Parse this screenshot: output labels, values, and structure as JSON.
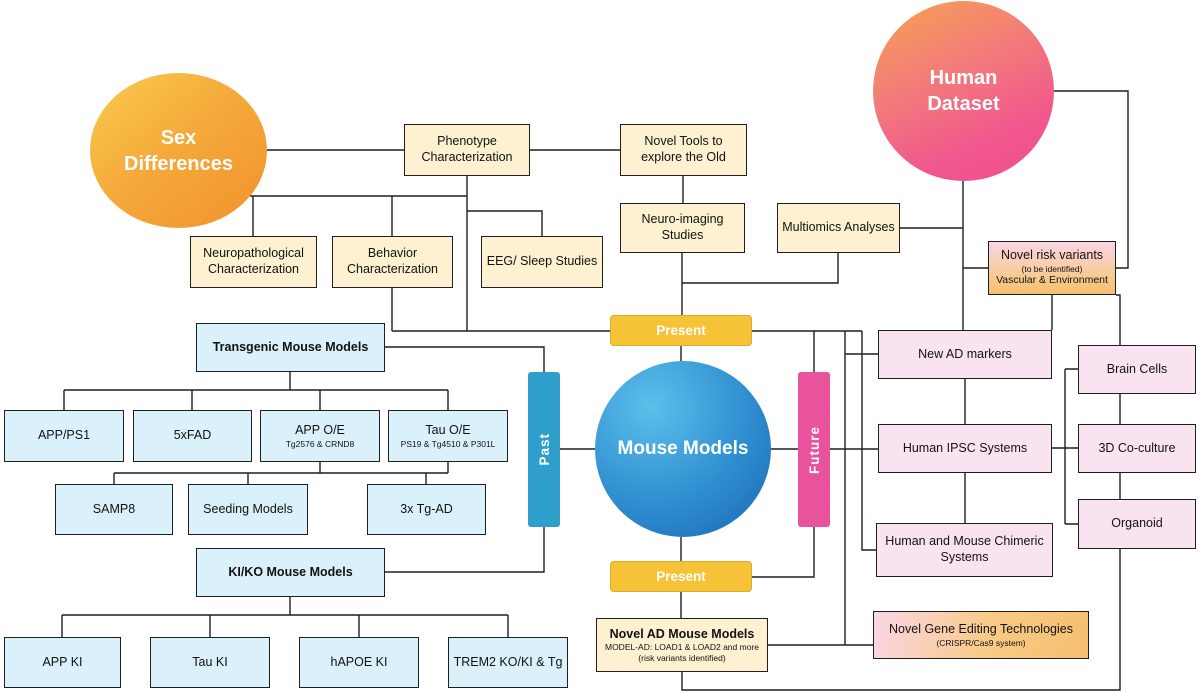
{
  "palette": {
    "cream_box": "#fdf1d2",
    "blue_box": "#daf0fa",
    "pink_box": "#fae3f1",
    "present_amber": "#f6c237",
    "past_blue": "#2e9fcb",
    "future_pink": "#e8539c",
    "sex_circle_orange": "#f0922c",
    "human_circle_pink": "#ef4f92",
    "mouse_circle_blue": "#1a66b5",
    "line_color": "#1f1f1f"
  },
  "circles": {
    "sex_differences": "Sex Differences",
    "human_dataset": "Human Dataset",
    "mouse_models": "Mouse Models"
  },
  "timeline": {
    "past": "Past",
    "future": "Future",
    "present_top": "Present",
    "present_bottom": "Present"
  },
  "boxes": {
    "phenotype": "Phenotype Characterization",
    "novel_tools": "Novel Tools to explore the Old",
    "neuro_imaging": "Neuro-imaging Studies",
    "multiomics": "Multiomics Analyses",
    "neuropathological": "Neuropathological Characterization",
    "behavior": "Behavior Characterization",
    "eeg_sleep": "EEG/ Sleep Studies",
    "novel_risk": {
      "title": "Novel risk variants",
      "note": "(to be identified)",
      "subtitle": "Vascular & Environment"
    },
    "transgenic_header": "Transgenic Mouse Models",
    "app_ps1": "APP/PS1",
    "five_x_fad": "5xFAD",
    "app_oe": {
      "title": "APP O/E",
      "sub": "Tg2576 & CRND8"
    },
    "tau_oe": {
      "title": "Tau O/E",
      "sub": "PS19 & Tg4510 & P301L"
    },
    "samp8": "SAMP8",
    "seeding": "Seeding Models",
    "triple_tg": "3x Tg-AD",
    "kiko_header": "KI/KO Mouse Models",
    "app_ki": "APP KI",
    "tau_ki": "Tau KI",
    "hapoe_ki": "hAPOE KI",
    "trem2": "TREM2 KO/KI & Tg",
    "new_ad_markers": "New AD markers",
    "human_ipsc": "Human IPSC Systems",
    "chimeric": "Human and Mouse Chimeric Systems",
    "brain_cells": "Brain Cells",
    "co_culture": "3D Co-culture",
    "organoid": "Organoid",
    "novel_ad_models": {
      "title": "Novel AD Mouse Models",
      "sub1": "MODEL-AD: LOAD1 & LOAD2 and more",
      "sub2": "(risk variants identified)"
    },
    "gene_editing": {
      "title": "Novel Gene Editing Technologies",
      "sub": "(CRISPR/Cas9 system)"
    }
  }
}
